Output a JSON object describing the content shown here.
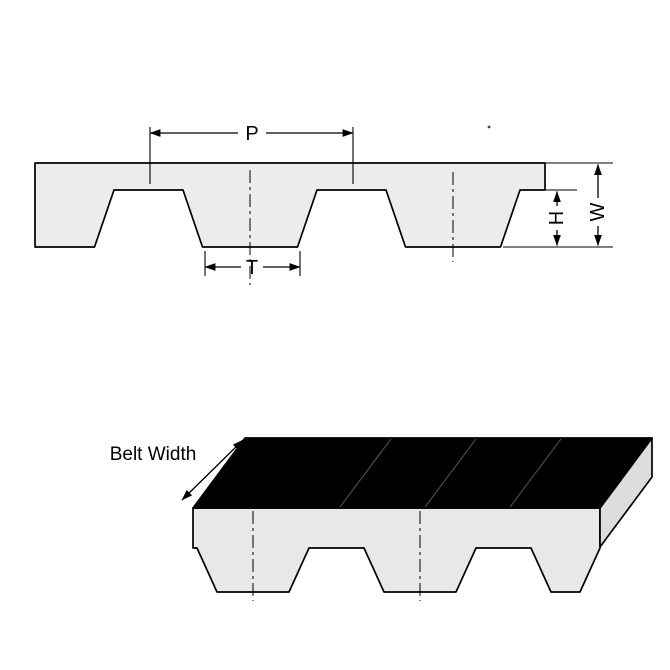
{
  "diagram": {
    "type": "timing-belt-dimension-drawing",
    "cross_section_view": {
      "labels": {
        "pitch": "P",
        "tooth_width": "T",
        "tooth_height": "H",
        "belt_thickness": "W"
      }
    },
    "isometric_view": {
      "belt_width_label": "Belt Width"
    },
    "colors": {
      "background": "#ffffff",
      "outline": "#000000",
      "belt_fill": "#ececec",
      "front_face_fill": "#e8e8e8",
      "end_face_fill": "#dddddd",
      "top_surface_fill": "#000000"
    }
  }
}
